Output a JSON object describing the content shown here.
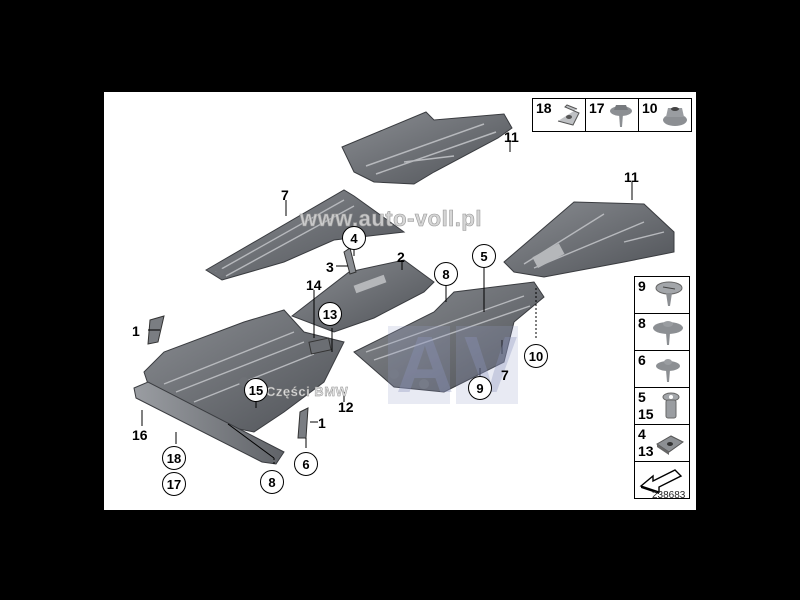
{
  "diagram": {
    "id_number": "238683",
    "watermarks": {
      "site": "www.auto-voll.pl",
      "caption": "Części BMW",
      "logo_letters": [
        "A",
        "V"
      ]
    },
    "callouts": [
      {
        "id": "c11a",
        "text": "11",
        "style": "plain"
      },
      {
        "id": "c11b",
        "text": "11",
        "style": "plain"
      },
      {
        "id": "c7a",
        "text": "7",
        "style": "plain"
      },
      {
        "id": "c7b",
        "text": "7",
        "style": "plain"
      },
      {
        "id": "c4",
        "text": "4",
        "style": "circle"
      },
      {
        "id": "c3",
        "text": "3",
        "style": "plain"
      },
      {
        "id": "c2",
        "text": "2",
        "style": "plain"
      },
      {
        "id": "c8a",
        "text": "8",
        "style": "circle"
      },
      {
        "id": "c8b",
        "text": "8",
        "style": "circle"
      },
      {
        "id": "c5",
        "text": "5",
        "style": "circle"
      },
      {
        "id": "c14",
        "text": "14",
        "style": "plain"
      },
      {
        "id": "c13",
        "text": "13",
        "style": "circle"
      },
      {
        "id": "c1a",
        "text": "1",
        "style": "plain"
      },
      {
        "id": "c1b",
        "text": "1",
        "style": "plain"
      },
      {
        "id": "c10",
        "text": "10",
        "style": "circle"
      },
      {
        "id": "c9",
        "text": "9",
        "style": "circle"
      },
      {
        "id": "c15",
        "text": "15",
        "style": "circle"
      },
      {
        "id": "c12",
        "text": "12",
        "style": "plain"
      },
      {
        "id": "c16",
        "text": "16",
        "style": "plain"
      },
      {
        "id": "c18",
        "text": "18",
        "style": "circle"
      },
      {
        "id": "c17",
        "text": "17",
        "style": "circle"
      },
      {
        "id": "c6",
        "text": "6",
        "style": "circle"
      }
    ],
    "legend_top": [
      {
        "number": "18",
        "part": "clip-nut"
      },
      {
        "number": "17",
        "part": "hex-screw"
      },
      {
        "number": "10",
        "part": "hex-nut"
      }
    ],
    "legend_side": [
      {
        "numbers": [
          "9"
        ],
        "part": "expanding-rivet"
      },
      {
        "numbers": [
          "8"
        ],
        "part": "collar-screw-large"
      },
      {
        "numbers": [
          "6"
        ],
        "part": "collar-screw"
      },
      {
        "numbers": [
          "5",
          "15"
        ],
        "part": "rivet-nut"
      },
      {
        "numbers": [
          "4",
          "13"
        ],
        "part": "spring-nut"
      },
      {
        "numbers": [],
        "part": "direction-arrow"
      }
    ]
  }
}
